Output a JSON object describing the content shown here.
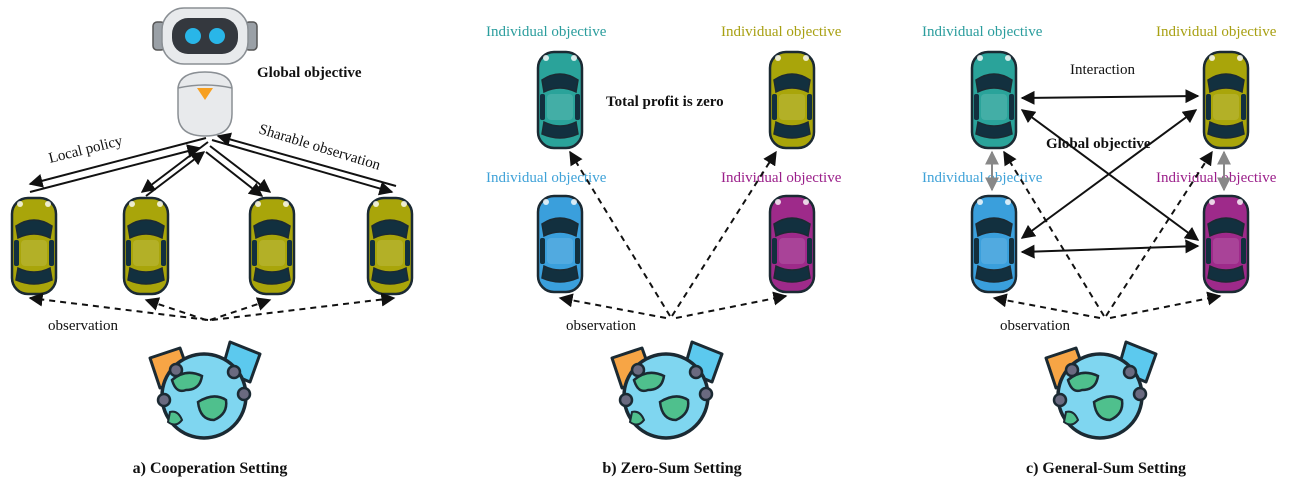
{
  "panels": {
    "coop": {
      "caption": "a) Cooperation Setting",
      "global_objective": "Global objective",
      "local_policy": "Local policy",
      "sharable_observation": "Sharable observation",
      "observation": "observation"
    },
    "zero": {
      "caption": "b) Zero-Sum Setting",
      "total_profit": "Total profit is zero",
      "observation": "observation",
      "objectives": [
        "Individual objective",
        "Individual objective",
        "Individual objective",
        "Individual objective"
      ]
    },
    "general": {
      "caption": "c) General-Sum Setting",
      "interaction": "Interaction",
      "global_objective": "Global objective",
      "observation": "observation",
      "objectives": [
        "Individual objective",
        "Individual objective",
        "Individual objective",
        "Individual objective"
      ]
    }
  },
  "colors": {
    "teal_text": "#2a9d9d",
    "olive_text": "#a8a012",
    "blue_text": "#3fa2d8",
    "purple_text": "#9b1f8a",
    "car_olive": "#a9a50a",
    "car_teal": "#2aa39a",
    "car_blue": "#3a9fdc",
    "car_purple": "#9e2a8a",
    "globe": "#7fd6f0",
    "land": "#4fc08d"
  }
}
